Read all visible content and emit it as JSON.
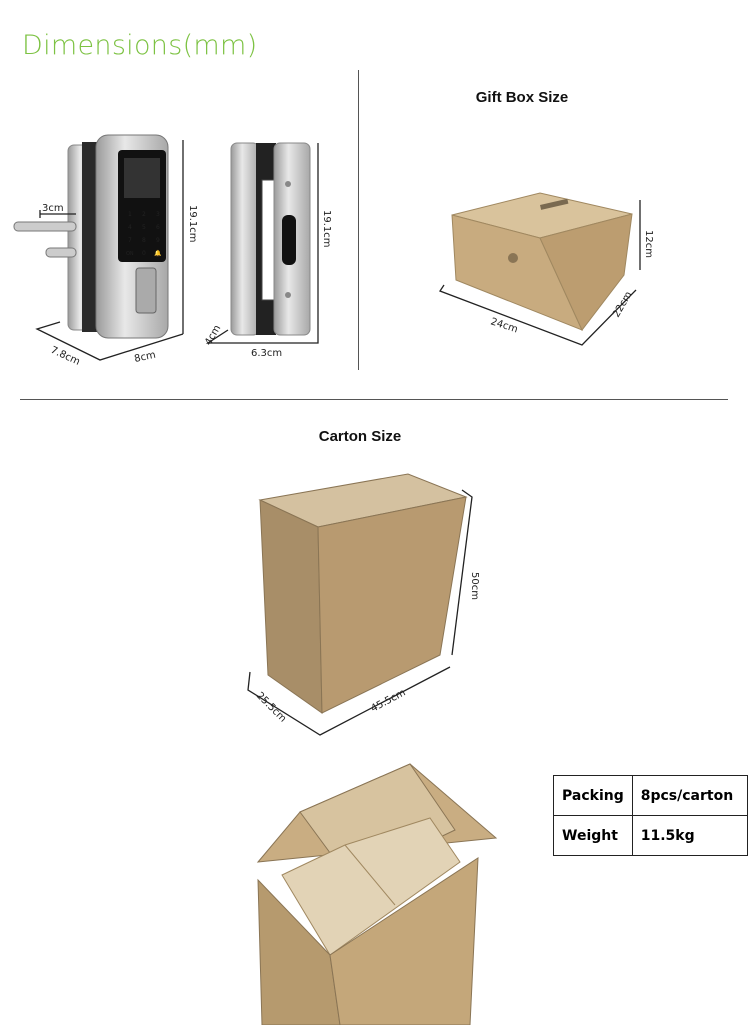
{
  "title": "Dimensions(mm)",
  "lock": {
    "width_front": "8cm",
    "depth_front": "7.8cm",
    "height_front": "19.1cm",
    "bolt": "3cm",
    "side_depth": "4cm",
    "side_width": "6.3cm",
    "height_side": "19.1cm",
    "keypad": [
      "1",
      "2",
      "3",
      "4",
      "5",
      "6",
      "7",
      "8",
      "9",
      "ON",
      "0",
      "🔔"
    ]
  },
  "gift_box": {
    "heading": "Gift Box Size",
    "length": "24cm",
    "width": "22cm",
    "height": "12cm"
  },
  "carton": {
    "heading": "Carton Size",
    "length": "45.5cm",
    "width": "25.5cm",
    "height": "50cm"
  },
  "specs": [
    {
      "label": "Packing",
      "value": "8pcs/carton"
    },
    {
      "label": "Weight",
      "value": "11.5kg"
    }
  ],
  "colors": {
    "accent": "#7cc242",
    "kraft": "#c8ab7f"
  }
}
